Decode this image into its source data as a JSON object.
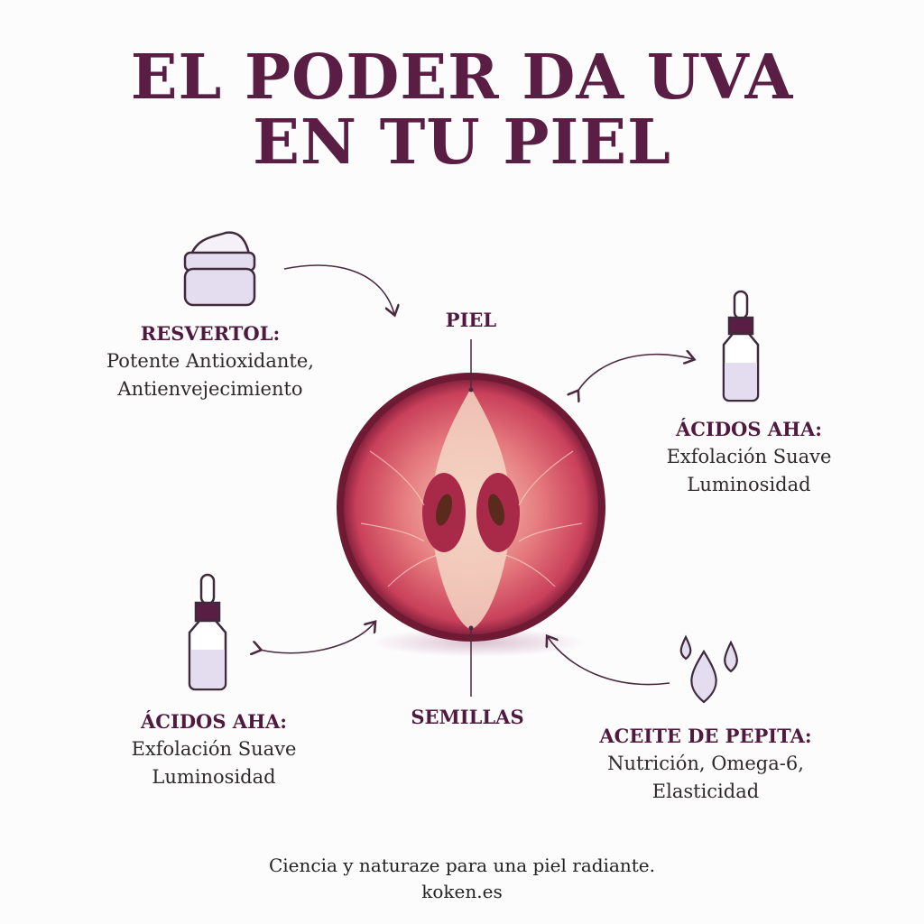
{
  "title": {
    "line1": "EL PODER DA UVA",
    "line2": "EN TU PIEL"
  },
  "labels": {
    "top": "PIEL",
    "bottom": "SEMILLAS"
  },
  "blocks": {
    "resveratrol": {
      "heading": "RESVERTOL:",
      "line1": "Potente Antioxidante,",
      "line2": "Antienvejecimiento",
      "icon": "cream-jar-icon"
    },
    "aha_right": {
      "heading": "ÁCIDOS AHA:",
      "line1": "Exfolación Suave",
      "line2": "Luminosidad",
      "icon": "dropper-bottle-icon"
    },
    "aha_left": {
      "heading": "ÁCIDOS AHA:",
      "line1": "Exfolación Suave",
      "line2": "Luminosidad",
      "icon": "dropper-bottle-icon"
    },
    "oil": {
      "heading": "ACEITE DE PEPITA:",
      "line1": "Nutrición, Omega-6,",
      "line2": "Elasticidad",
      "icon": "oil-drops-icon"
    }
  },
  "footer": {
    "tagline": "Ciencia y naturaze para una piel radiante.",
    "site": "koken.es"
  },
  "colors": {
    "title": "#5a1e45",
    "icon_fill": "#e4dcef",
    "grape_skin": "#7a1f3a",
    "grape_flesh": "#d85c6c"
  }
}
